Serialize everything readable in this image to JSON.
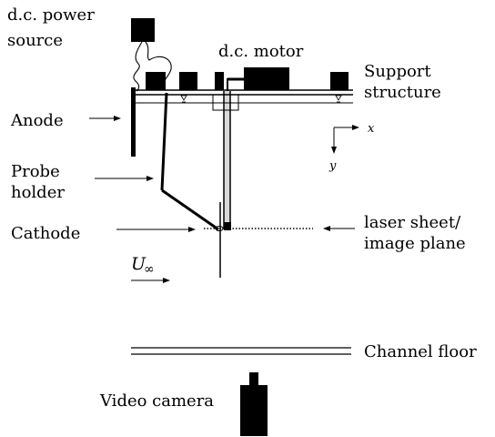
{
  "labels": {
    "power_source": [
      "d.c. power",
      "source"
    ],
    "motor": "d.c. motor",
    "support": [
      "Support",
      "structure"
    ],
    "anode": "Anode",
    "probe_holder": [
      "Probe",
      "holder"
    ],
    "cathode": "Cathode",
    "laser_sheet": [
      "laser sheet/",
      "image plane"
    ],
    "freestream_symbol": "U",
    "freestream_subscript": "∞",
    "channel_floor": "Channel floor",
    "video_camera": "Video camera"
  },
  "axes": {
    "x": "x",
    "y": "y"
  },
  "colors": {
    "ink": "#000000",
    "background": "#ffffff"
  }
}
